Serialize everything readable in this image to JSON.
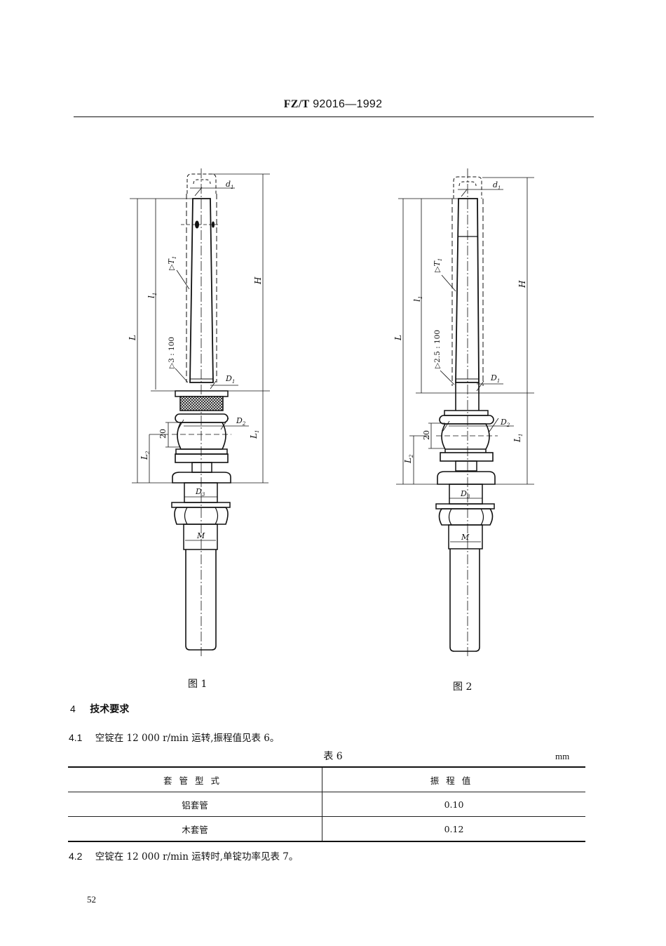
{
  "header": {
    "standard_prefix": "FZ/T",
    "standard_number": "92016—1992"
  },
  "figures": [
    {
      "caption": "图 1",
      "labels": {
        "d1": "d",
        "d1_sub": "1",
        "taper_t1": "▷T",
        "taper_t1_sub": "1",
        "taper_ratio": "▷3 : 100",
        "l1": "l",
        "l1_sub": "1",
        "L": "L",
        "H": "H",
        "D1": "D",
        "D1_sub": "1",
        "D2": "D",
        "D2_sub": "2",
        "dim20": "20",
        "L1": "L",
        "L1_sub": "1",
        "L2": "L",
        "L2_sub": "2",
        "D3": "D",
        "D3_sub": "3",
        "M": "M"
      }
    },
    {
      "caption": "图 2",
      "labels": {
        "d1": "d",
        "d1_sub": "1",
        "taper_t1": "▷T",
        "taper_t1_sub": "1",
        "taper_ratio": "▷2.5 : 100",
        "l1": "l",
        "l1_sub": "1",
        "L": "L",
        "H": "H",
        "D1": "D",
        "D1_sub": "1",
        "D2": "D",
        "D2_sub": "2",
        "dim20": "20",
        "L1": "L",
        "L1_sub": "1",
        "L2": "L",
        "L2_sub": "2",
        "D3": "D",
        "D3_sub": "3",
        "M": "M"
      }
    }
  ],
  "section": {
    "number": "4",
    "title": "技术要求"
  },
  "clauses": [
    {
      "number": "4.1",
      "text": "空锭在 12 000 r/min 运转,振程值见表 6。"
    },
    {
      "number": "4.2",
      "text": "空锭在 12 000 r/min 运转时,单锭功率见表 7。"
    }
  ],
  "table6": {
    "title": "表 6",
    "unit": "mm",
    "headers": [
      "套管型式",
      "振程值"
    ],
    "rows": [
      [
        "铝套管",
        "0.10"
      ],
      [
        "木套管",
        "0.12"
      ]
    ]
  },
  "footer": {
    "page_number": "52"
  }
}
